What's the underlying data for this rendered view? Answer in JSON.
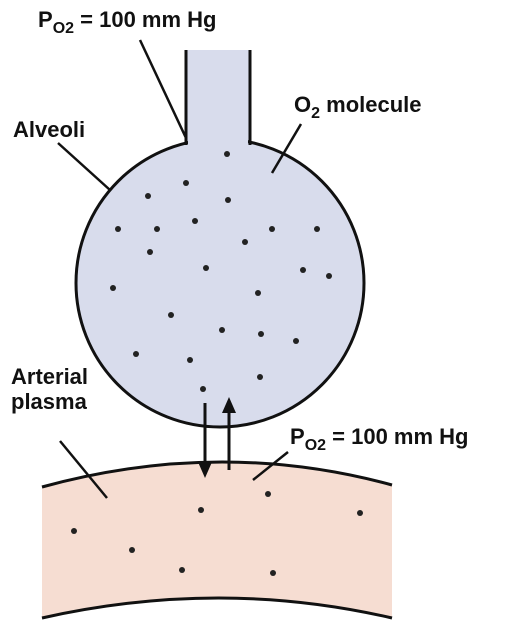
{
  "labels": {
    "po2_top": {
      "p": "P",
      "sub": "O2",
      "rest": " = 100 mm Hg"
    },
    "o2_molecule": {
      "o": "O",
      "sub": "2",
      "rest": " molecule"
    },
    "alveoli": "Alveoli",
    "arterial_plasma": [
      "Arterial",
      "plasma"
    ],
    "po2_bottom": {
      "p": "P",
      "sub": "O2",
      "rest": " = 100 mm Hg"
    }
  },
  "colors": {
    "alveolus_fill": "#d8dcec",
    "plasma_fill": "#f6ddd2",
    "stroke": "#111111",
    "molecule": "#222222"
  }
}
